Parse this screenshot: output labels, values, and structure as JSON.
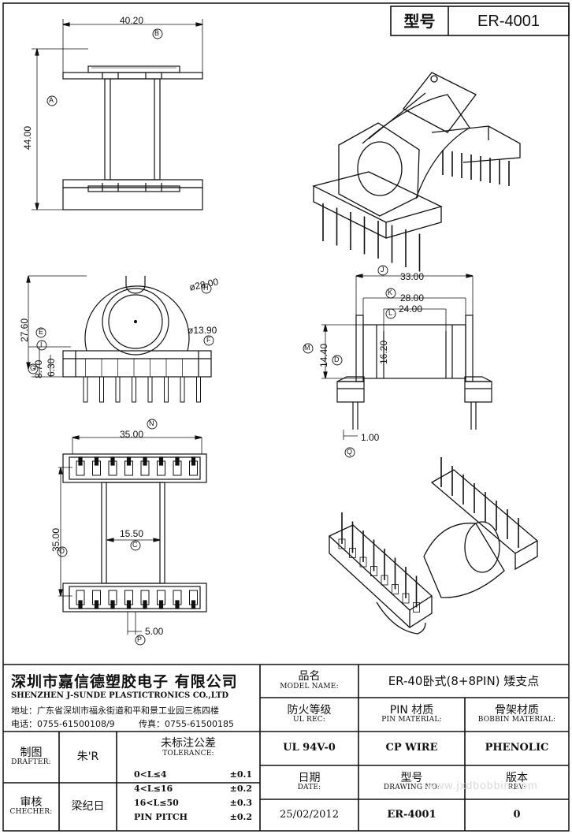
{
  "header": {
    "model_label": "型号",
    "model_value": "ER-4001"
  },
  "dimensions": {
    "d_4020": "40.20",
    "d_4400": "44.00",
    "d_2800": "ø28.00",
    "d_1390": "ø13.90",
    "d_2760": "27.60",
    "d_870": "8.70",
    "d_630": "6.30",
    "d_3300": "33.00",
    "d_2800b": "28.00",
    "d_2400": "24.00",
    "d_1440": "14.40",
    "d_1620": "16.20",
    "d_100": "1.00",
    "d_3500": "35.00",
    "d_3500v": "35.00",
    "d_1550": "15.50",
    "d_500": "5.00"
  },
  "circles": {
    "A": "A",
    "B": "B",
    "C": "C",
    "D": "D",
    "E": "E",
    "F": "F",
    "G": "G",
    "H": "H",
    "I": "I",
    "J": "J",
    "K": "K",
    "L": "L",
    "M": "M",
    "N": "N",
    "O": "O",
    "P": "P",
    "Q": "Q"
  },
  "company": {
    "name_cn": "深圳市嘉信德塑胶电子 有限公司",
    "name_en": "SHENZHEN J-SUNDE PLASTICTRONICS CO.,LTD",
    "address": "地址：广东省深圳市福永街道和平和景工业园三栋四楼",
    "tel": "电话：0755-61500108/9",
    "fax": "传真：0755-61500185"
  },
  "titleblock": {
    "model_name_cn": "品名",
    "model_name_en": "MODEL NAME:",
    "model_name_value": "ER-40卧式(8+8PIN) 矮支点",
    "ul_cn": "防火等级",
    "ul_en": "UL REC:",
    "ul_value": "UL 94V-0",
    "pin_cn": "PIN 材质",
    "pin_en": "PIN MATERIAL:",
    "pin_value": "CP WIRE",
    "bobbin_cn": "骨架材质",
    "bobbin_en": "BOBBIN MATERIAL:",
    "bobbin_value": "PHENOLIC",
    "drafter_cn": "制图",
    "drafter_en": "DRAFTER:",
    "drafter_value": "朱'R",
    "checker_cn": "审核",
    "checker_en": "CHECHER:",
    "checker_value": "梁纪日",
    "tol_cn": "未标注公差",
    "tol_en": "TOLERANCE:",
    "tol_rows": [
      [
        "0<L≤4",
        "±0.1"
      ],
      [
        "4<L≤16",
        "±0.2"
      ],
      [
        "16<L≤50",
        "±0.3"
      ],
      [
        "PIN PITCH",
        "±0.2"
      ]
    ],
    "date_cn": "日期",
    "date_en": "DATE:",
    "date_value": "25/02/2012",
    "drawing_cn": "型号",
    "drawing_en": "DRAWING NO:",
    "drawing_value": "ER-4001",
    "rev_cn": "版本",
    "rev_en": "REV:",
    "rev_value": "0",
    "watermark": "www.jxdbobbin.com"
  }
}
